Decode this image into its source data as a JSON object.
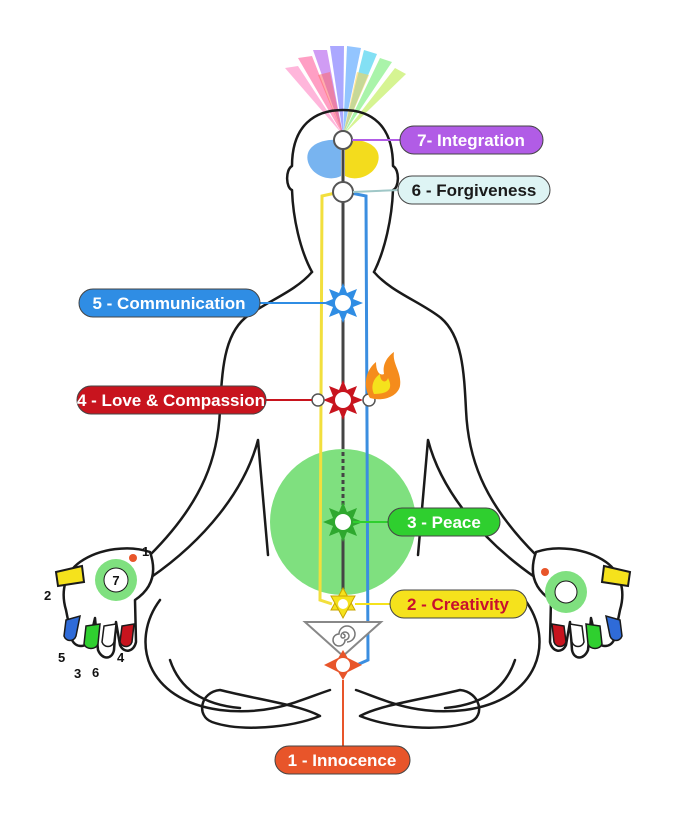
{
  "chakras": [
    {
      "label": "1 - Innocence",
      "color": "#e8552a",
      "text_color": "#ffffff"
    },
    {
      "label": "2 - Creativity",
      "color": "#f5e21c",
      "text_color": "#c8102e"
    },
    {
      "label": "3 - Peace",
      "color": "#2fcf2f",
      "text_color": "#ffffff"
    },
    {
      "label": "4 - Love & Compassion",
      "color": "#c8141e",
      "text_color": "#ffffff"
    },
    {
      "label": "5 - Communication",
      "color": "#2f8de4",
      "text_color": "#ffffff"
    },
    {
      "label": "6 - Forgiveness",
      "color": "#def4f4",
      "text_color": "#1a1a1a"
    },
    {
      "label": "7- Integration",
      "color": "#b15ce6",
      "text_color": "#ffffff"
    }
  ],
  "hand_center_label": "7",
  "finger_labels": [
    "1",
    "2",
    "5",
    "3",
    "6",
    "4"
  ],
  "colors": {
    "outline": "#1a1a1a",
    "left_channel": "#f2df3d",
    "right_channel": "#3b8ee0",
    "void": "#7fe07f",
    "heart": "#c8141e",
    "throat": "#2f8de4"
  }
}
